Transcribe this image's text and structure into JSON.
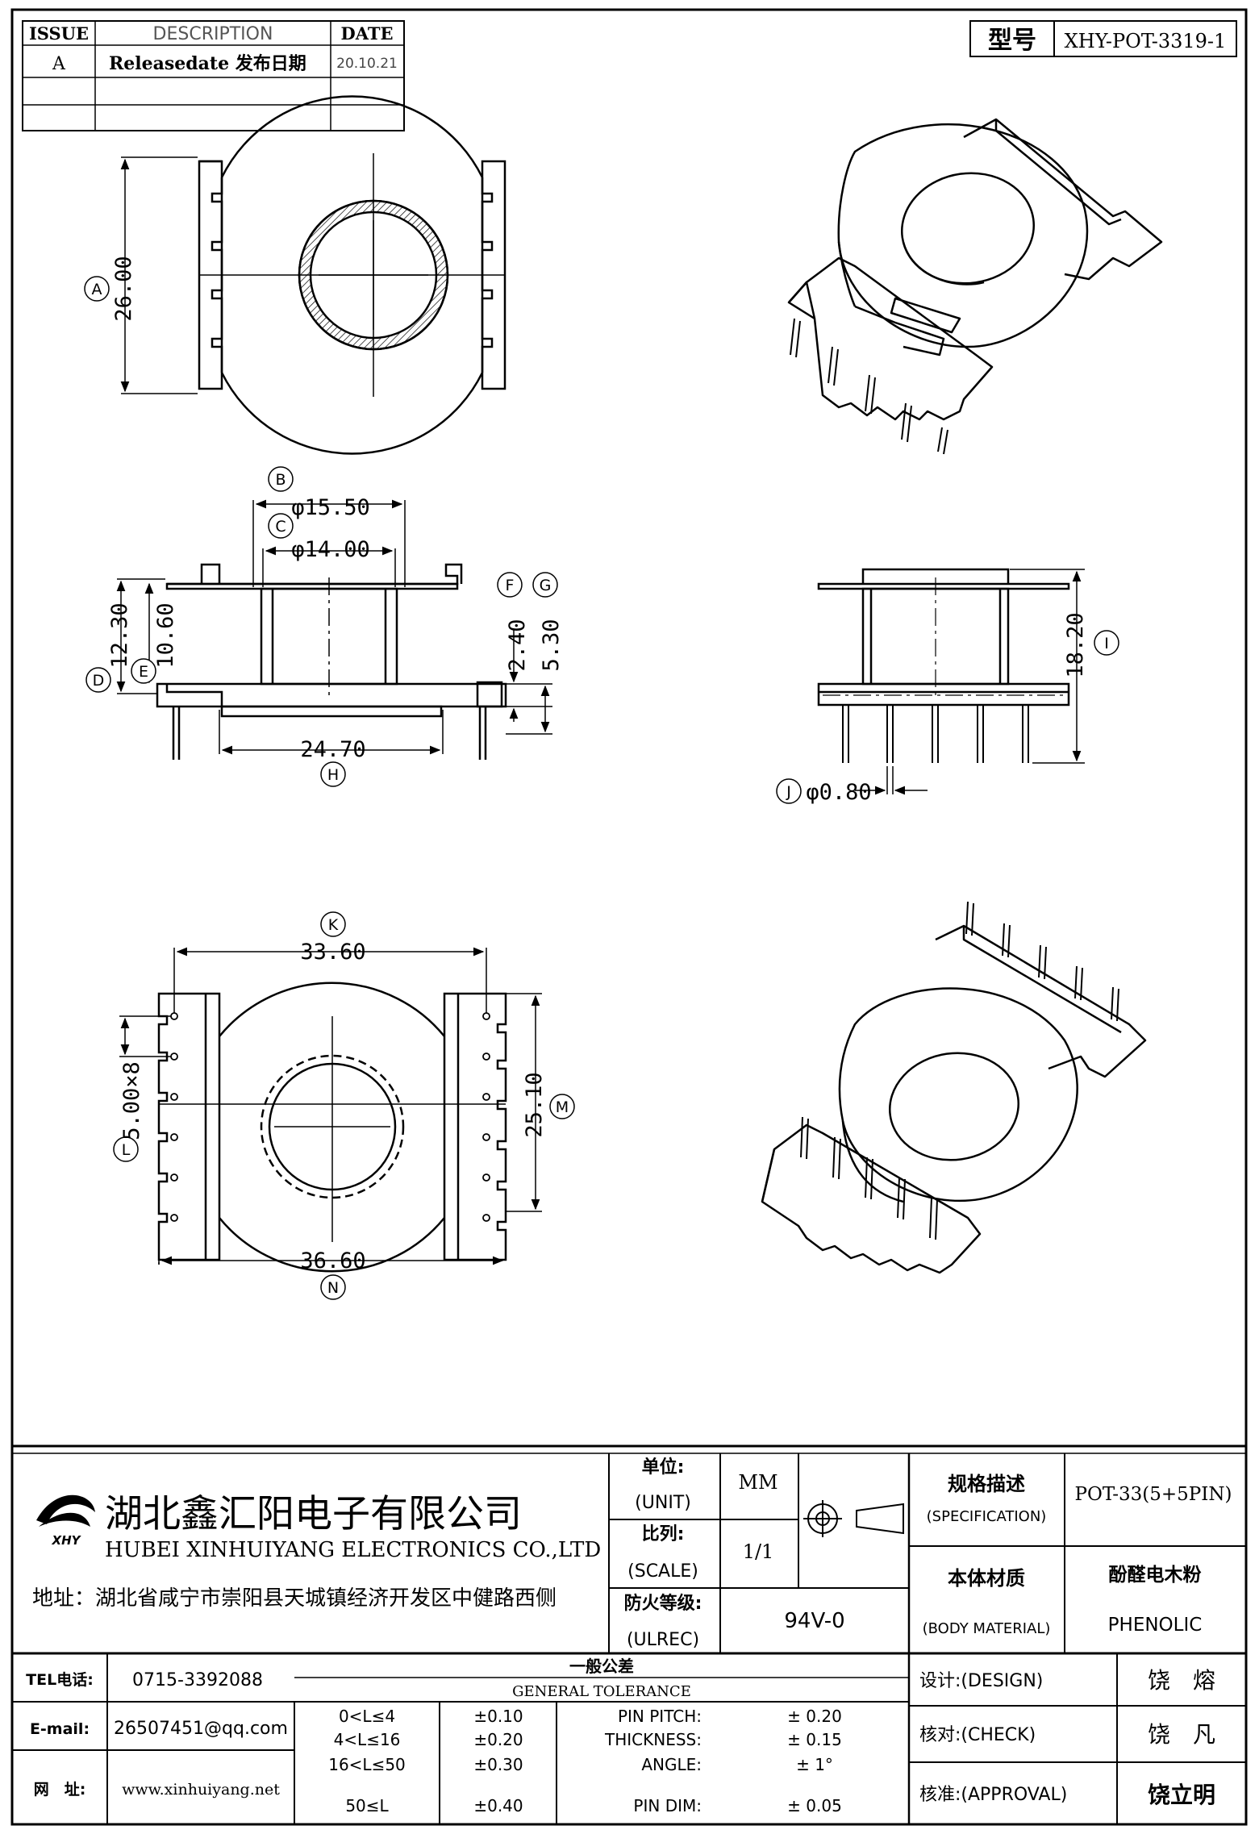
{
  "revision_table": {
    "headers": [
      "ISSUE",
      "DESCRIPTION",
      "DATE"
    ],
    "rows": [
      {
        "issue": "A",
        "description": "Releasedate 发布日期",
        "date": "20.10.21"
      },
      {
        "issue": "",
        "description": "",
        "date": ""
      },
      {
        "issue": "",
        "description": "",
        "date": ""
      }
    ]
  },
  "model_box": {
    "label": "型号",
    "value": "XHY-POT-3319-1"
  },
  "dimensions": {
    "A": {
      "letter": "A",
      "value": "26.00"
    },
    "B": {
      "letter": "B",
      "value": "φ15.50"
    },
    "C": {
      "letter": "C",
      "value": "φ14.00"
    },
    "D": {
      "letter": "D",
      "value": "12.30"
    },
    "E": {
      "letter": "E",
      "value": "10.60"
    },
    "F": {
      "letter": "F",
      "value": "2.40"
    },
    "G": {
      "letter": "G",
      "value": "5.30"
    },
    "H": {
      "letter": "H",
      "value": "24.70"
    },
    "I": {
      "letter": "I",
      "value": "18.20"
    },
    "J": {
      "letter": "J",
      "value": "φ0.80"
    },
    "K": {
      "letter": "K",
      "value": "33.60"
    },
    "L": {
      "letter": "L",
      "value": "5.00×8"
    },
    "M": {
      "letter": "M",
      "value": "25.10"
    },
    "N": {
      "letter": "N",
      "value": "36.60"
    }
  },
  "title_block": {
    "company_cn": "湖北鑫汇阳电子有限公司",
    "company_en": "HUBEI XINHUIYANG ELECTRONICS CO.,LTD",
    "logo_text": "XHY",
    "address": "地址：湖北省咸宁市崇阳县天城镇经济开发区中健路西侧",
    "unit_label": "单位:",
    "unit_label_en": "(UNIT)",
    "unit_value": "MM",
    "scale_label": "比列:",
    "scale_label_en": "(SCALE)",
    "scale_value": "1/1",
    "flame_label": "防火等级:",
    "flame_label_en": "(ULREC)",
    "flame_value": "94V-0",
    "spec_label": "规格描述",
    "spec_label_en": "(SPECIFICATION)",
    "spec_value": "POT-33(5+5PIN)",
    "material_label": "本体材质",
    "material_label_en": "(BODY MATERIAL)",
    "material_value_cn": "酚醛电木粉",
    "material_value_en": "PHENOLIC",
    "tel_label": "TEL电话:",
    "tel_value": "0715-3392088",
    "email_label": "E-mail:",
    "email_value": "26507451@qq.com",
    "web_label": "网　址:",
    "web_value": "www.xinhuiyang.net",
    "tolerance_title_cn": "一般公差",
    "tolerance_title_en": "GENERAL TOLERANCE",
    "tolerance_rows": [
      {
        "range": "0<L≤4",
        "tol": "±0.10",
        "item": "PIN PITCH:",
        "item_tol": "± 0.20"
      },
      {
        "range": "4<L≤16",
        "tol": "±0.20",
        "item": "THICKNESS:",
        "item_tol": "± 0.15"
      },
      {
        "range": "16<L≤50",
        "tol": "±0.30",
        "item": "ANGLE:",
        "item_tol": "± 1°"
      },
      {
        "range": "50≤L",
        "tol": "±0.40",
        "item": "PIN DIM:",
        "item_tol": "± 0.05"
      }
    ],
    "design_label": "设计:(DESIGN)",
    "design_value": "饶　熔",
    "check_label": "核对:(CHECK)",
    "check_value": "饶　凡",
    "approval_label": "核准:(APPROVAL)",
    "approval_value": "饶立明"
  }
}
